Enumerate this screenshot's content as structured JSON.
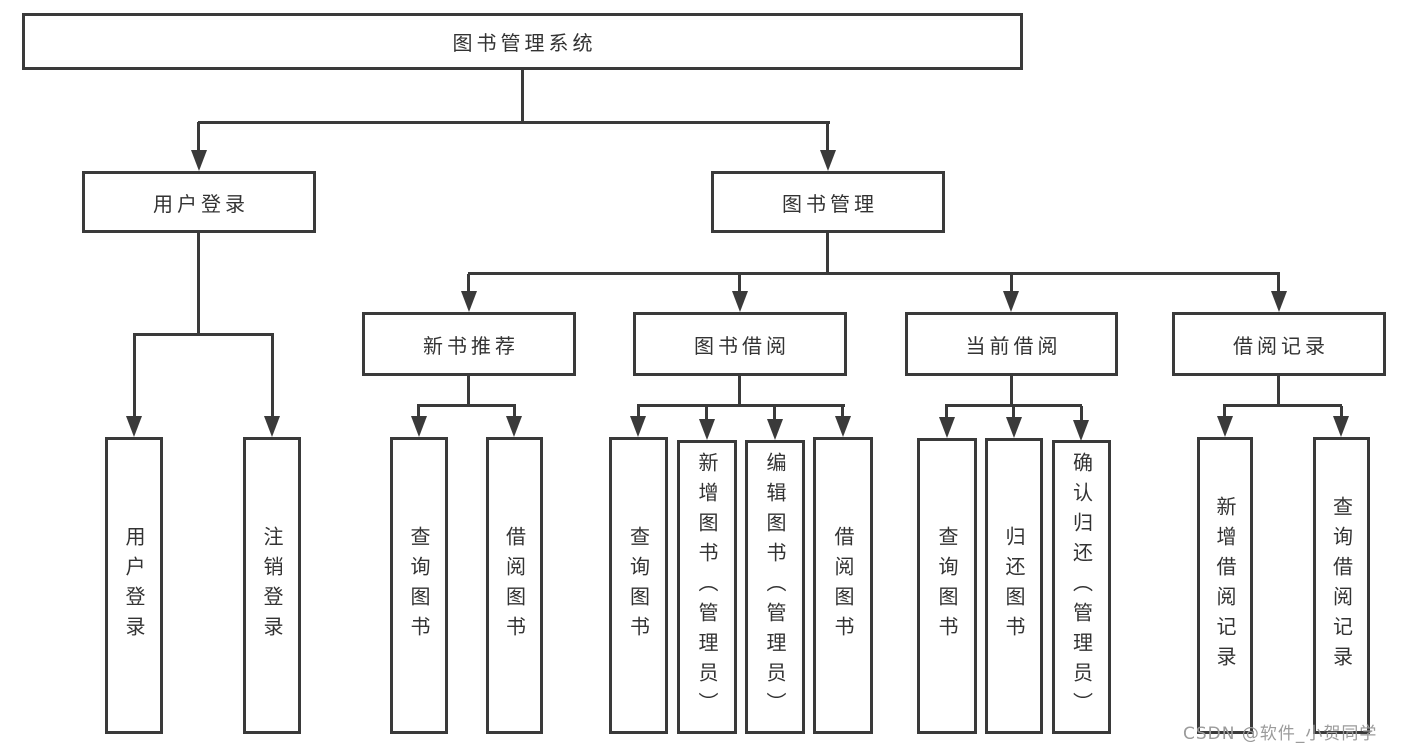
{
  "colors": {
    "line": "#3a3a3a",
    "text": "#333333",
    "background": "#ffffff",
    "watermark": "#9b9b9b"
  },
  "watermark": "CSDN @软件_小贺同学",
  "tree": {
    "root": {
      "label": "图书管理系统"
    },
    "level2": [
      {
        "id": "user-login",
        "label": "用户登录"
      },
      {
        "id": "book-management",
        "label": "图书管理"
      }
    ],
    "level3": [
      {
        "id": "new-book-recommend",
        "label": "新书推荐"
      },
      {
        "id": "book-borrow",
        "label": "图书借阅"
      },
      {
        "id": "current-borrow",
        "label": "当前借阅"
      },
      {
        "id": "borrow-records",
        "label": "借阅记录"
      }
    ],
    "level4": {
      "user_login": [
        {
          "label": "用户登录"
        },
        {
          "label": "注销登录"
        }
      ],
      "new_book_recommend": [
        {
          "label": "查询图书"
        },
        {
          "label": "借阅图书"
        }
      ],
      "book_borrow": [
        {
          "label": "查询图书"
        },
        {
          "label": "新增图书（管理员）"
        },
        {
          "label": "编辑图书（管理员）"
        },
        {
          "label": "借阅图书"
        }
      ],
      "current_borrow": [
        {
          "label": "查询图书"
        },
        {
          "label": "归还图书"
        },
        {
          "label": "确认归还（管理员）"
        }
      ],
      "borrow_records": [
        {
          "label": "新增借阅记录"
        },
        {
          "label": "查询借阅记录"
        }
      ]
    }
  }
}
